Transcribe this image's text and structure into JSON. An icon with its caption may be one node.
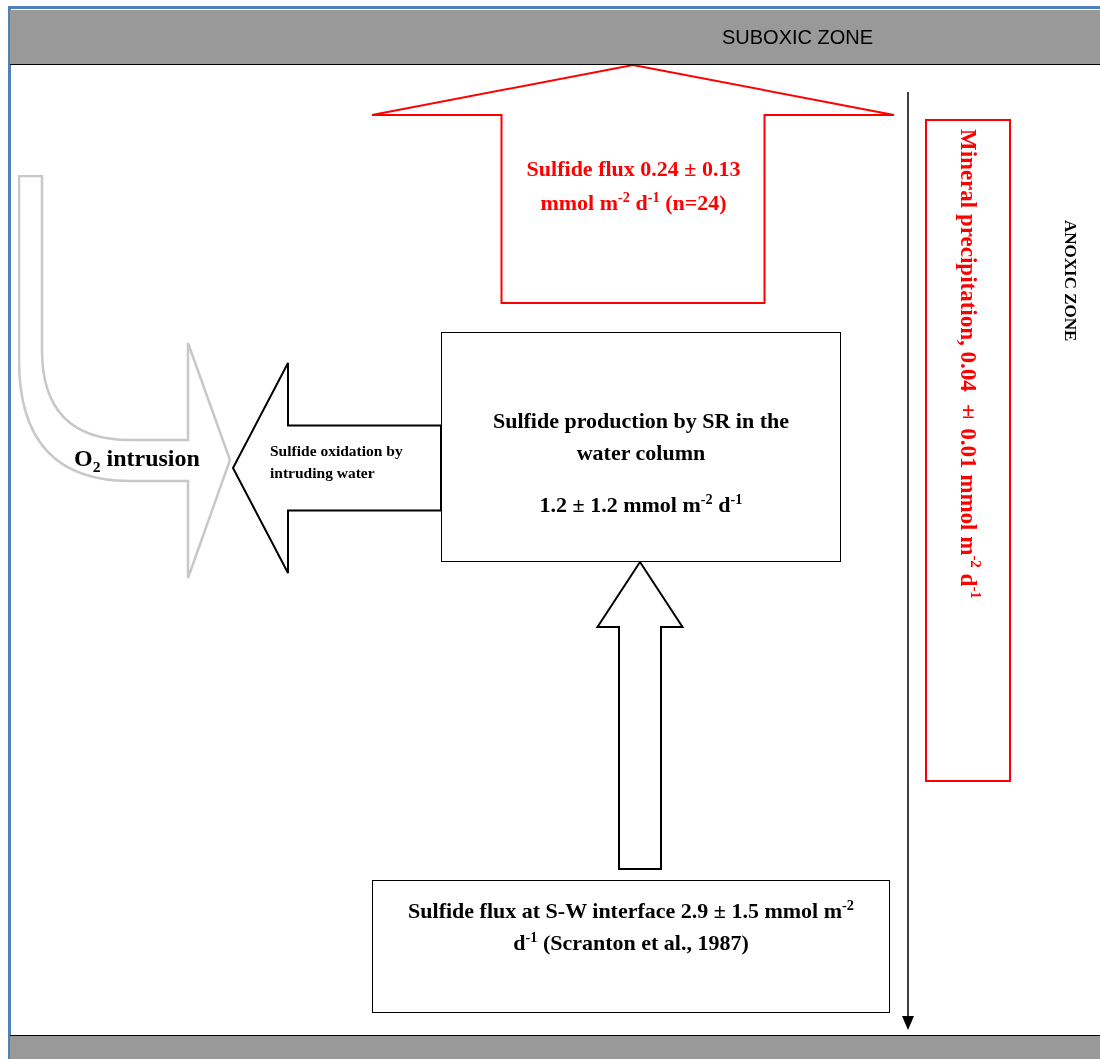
{
  "diagram": {
    "nodes": [
      {
        "text": [
          "SUBOXIC ZONE"
        ]
      },
      {
        "text": [
          "Mineral precipitation, 0.04 ± 0.01 mmol m$^{-2}$ d$^{-1}$"
        ]
      },
      {
        "text": [
          "O$_{2}$ intrusion"
        ]
      },
      {
        "text": [
          "Sulfide production by SR in the water column",
          "1.2 ± 1.2 mmol m$^{-2}$ d$^{-1}$"
        ]
      },
      {
        "text": [
          "Sulfide flux at S-W interface 2.9 ± 1.5 mmol m$^{-2}$ d$^{-1}$ (Scranton et al., 1987)"
        ]
      },
      {
        "text": [],
        "shape": "bar"
      }
    ],
    "edges": [
      {
        "from": null,
        "to": 0,
        "arrow": "to",
        "label": "Sulfide flux 0.24 ± 0.13 mmol m$^{-2}$ d$^{-1}$ (n=24)",
        "style": "thick",
        "color": "#ff0000"
      },
      {
        "from": 3,
        "to": 2,
        "arrow": "to",
        "label": "Sulfide oxidation by intruding water",
        "style": "thick"
      },
      {
        "from": 4,
        "to": 3,
        "arrow": "to",
        "style": "thick"
      }
    ],
    "labels": [
      "ANOXIC ZONE"
    ]
  }
}
